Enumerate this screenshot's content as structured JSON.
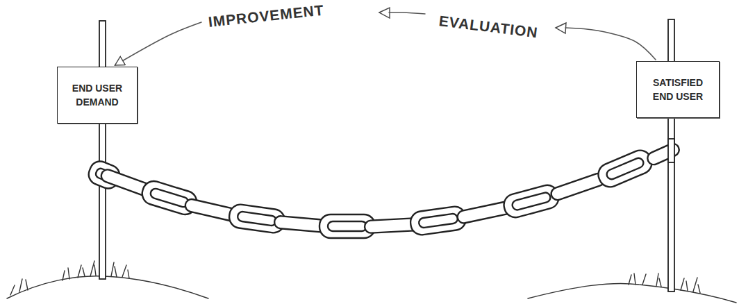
{
  "diagram": {
    "nodes": [
      {
        "text": [
          "END USER DEMAND"
        ]
      },
      {
        "text": [
          "SATISFIED END USER"
        ]
      }
    ],
    "edges": [
      {
        "from": 1,
        "to": 0,
        "arrow": "to"
      }
    ],
    "labels": [
      "IMPROVEMENT",
      "EVALUATION"
    ]
  }
}
